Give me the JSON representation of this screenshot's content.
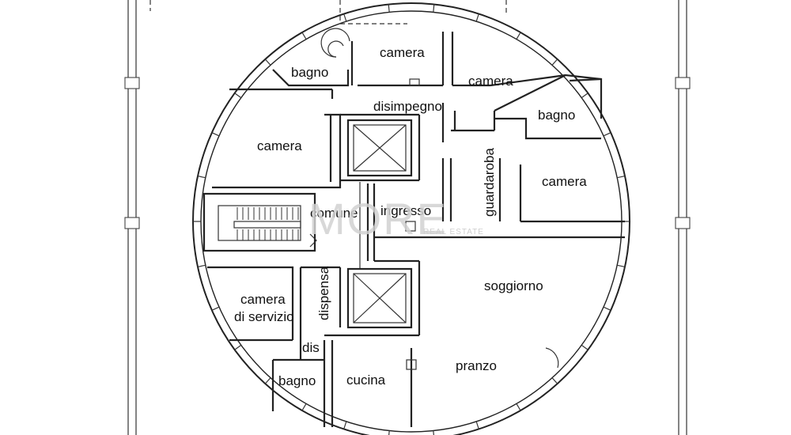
{
  "rooms": {
    "camera_top": "camera",
    "camera_upper_right": "camera",
    "camera_left": "camera",
    "camera_right": "camera",
    "bagno_top_left": "bagno",
    "bagno_right": "bagno",
    "bagno_bottom": "bagno",
    "disimpegno": "disimpegno",
    "guardaroba": "guardaroba",
    "comune": "comune",
    "ingresso": "ingresso",
    "soggiorno": "soggiorno",
    "pranzo": "pranzo",
    "cucina": "cucina",
    "dispensa": "dispensa",
    "dis": "dis",
    "camera_servizio_line1": "camera",
    "camera_servizio_line2": "di servizio"
  },
  "watermark": {
    "brand": "MORE",
    "subtitle": "REAL ESTATE"
  }
}
